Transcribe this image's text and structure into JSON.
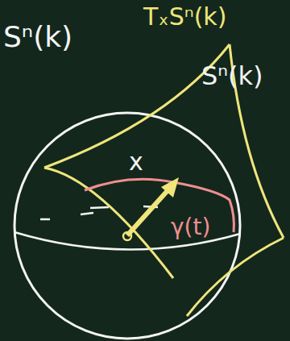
{
  "diagram": {
    "labels": [
      "Sⁿ(k)",
      "TₓSⁿ(k)",
      "Sⁿ(k)",
      "x",
      "γ(t)"
    ]
  }
}
